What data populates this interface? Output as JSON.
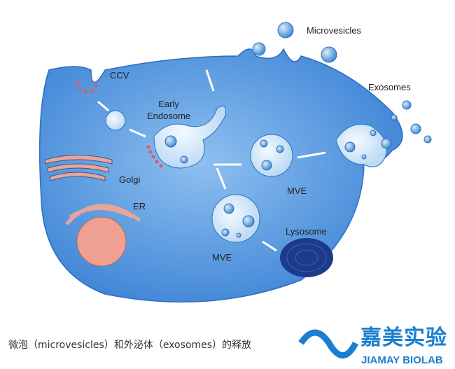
{
  "labels": {
    "microvesicles": "Microvesicles",
    "ccv": "CCV",
    "early_endosome": "Early\nEndosome",
    "exosomes": "Exosomes",
    "golgi": "Golgi",
    "er": "ER",
    "mve1": "MVE",
    "mve2": "MVE",
    "lysosome": "Lysosome"
  },
  "caption": "微泡（microvesicles）和外泌体（exosomes）的释放",
  "logo": {
    "cn": "嘉美实验",
    "en": "JIAMAY BIOLAB"
  },
  "colors": {
    "cell": "#5a9ee0",
    "membrane": "#2e6fbf",
    "vesicle": "#cfe6f8",
    "lysosome": "#1e3a8a",
    "nucleus": "#f0a090",
    "logo": "#1a7fd0"
  }
}
